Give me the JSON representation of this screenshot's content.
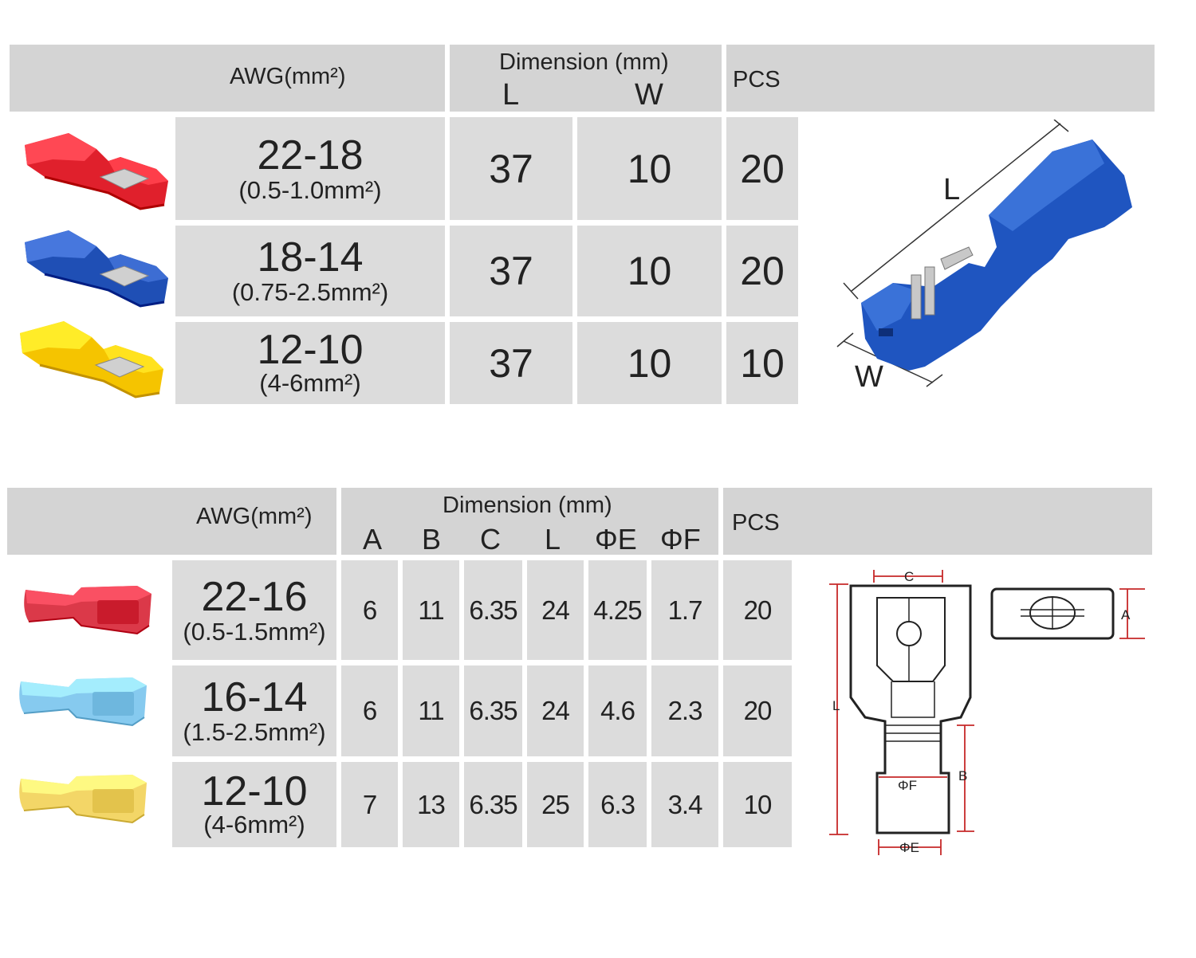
{
  "table1": {
    "header": {
      "awg": "AWG(mm²)",
      "dimension": "Dimension (mm)",
      "col_l": "L",
      "col_w": "W",
      "pcs": "PCS"
    },
    "rows": [
      {
        "awg": "22-18",
        "mm": "(0.5-1.0mm²)",
        "l": "37",
        "w": "10",
        "pcs": "20",
        "color": "#e0202c"
      },
      {
        "awg": "18-14",
        "mm": "(0.75-2.5mm²)",
        "l": "37",
        "w": "10",
        "pcs": "20",
        "color": "#1f4fb5"
      },
      {
        "awg": "12-10",
        "mm": "(4-6mm²)",
        "l": "37",
        "w": "10",
        "pcs": "10",
        "color": "#f5c400"
      }
    ],
    "diagram": {
      "label_l": "L",
      "label_w": "W",
      "color": "#1f55c0"
    }
  },
  "table2": {
    "header": {
      "awg": "AWG(mm²)",
      "dimension": "Dimension (mm)",
      "cols": [
        "A",
        "B",
        "C",
        "L",
        "ΦE",
        "ΦF"
      ],
      "pcs": "PCS"
    },
    "rows": [
      {
        "awg": "22-16",
        "mm": "(0.5-1.5mm²)",
        "vals": [
          "6",
          "11",
          "6.35",
          "24",
          "4.25",
          "1.7"
        ],
        "pcs": "20",
        "color": "#d8283a"
      },
      {
        "awg": "16-14",
        "mm": "(1.5-2.5mm²)",
        "vals": [
          "6",
          "11",
          "6.35",
          "24",
          "4.6",
          "2.3"
        ],
        "pcs": "20",
        "color": "#7cc6ee"
      },
      {
        "awg": "12-10",
        "mm": "(4-6mm²)",
        "vals": [
          "7",
          "13",
          "6.35",
          "25",
          "6.3",
          "3.4"
        ],
        "pcs": "10",
        "color": "#f2d25a"
      }
    ],
    "diagram": {
      "label_c": "C",
      "label_l": "L",
      "label_f": "ΦF",
      "label_b": "B",
      "label_e": "ΦE",
      "label_a": "A",
      "dim_color": "#c62828"
    }
  }
}
